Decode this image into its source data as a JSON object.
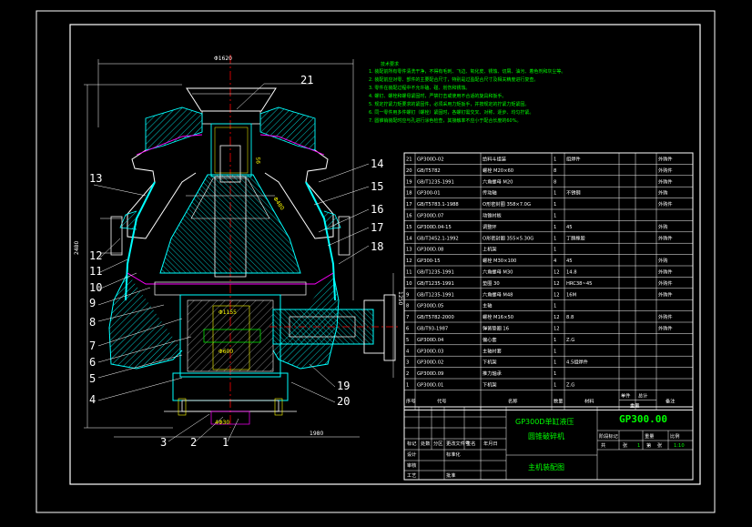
{
  "drawing": {
    "top_dimension": "Φ1620",
    "bottom_dimension": "1980",
    "left_dimension": "2480",
    "right_dimension": "1250",
    "dims_small": [
      "95",
      "Φ1155",
      "4Φ30",
      "Φ600",
      "Φ480"
    ],
    "callouts_left": [
      "13",
      "12",
      "11",
      "10",
      "9",
      "8",
      "7",
      "6",
      "5",
      "4"
    ],
    "callouts_right": [
      "14",
      "15",
      "16",
      "17",
      "18",
      "19",
      "20"
    ],
    "callouts_top": [
      "21"
    ],
    "callouts_bottom": [
      "3",
      "2",
      "1"
    ]
  },
  "notes": {
    "heading": "技术要求",
    "lines": [
      "1. 装配前所有零件清洗干净，不得有毛刺、飞边、氧化皮、锈蚀、切屑、油污、着色剂和灰尘等。",
      "2. 装配前应对零、部件的主要配合尺寸，特别是过盈配合尺寸及相关精度进行复查。",
      "3. 零件在装配过程中不允许磕、碰、划伤和锈蚀。",
      "4. 螺钉、螺栓和螺母紧固时，严禁打击或使用不合适的旋具和扳手。",
      "5. 规定拧紧力矩要求的紧固件，必须采用力矩扳手，并按规定的拧紧力矩紧固。",
      "6. 同一零件用多件螺钉（螺栓）紧固时，各螺钉需交叉、对称、逐步、均匀拧紧。",
      "7. 圆锥销装配时应与孔进行涂色检查，其接触率不应小于配合长度的60%。"
    ]
  },
  "bom": {
    "rows": [
      {
        "no": "21",
        "code": "GP300D-02",
        "name": "给料斗组装",
        "qty": "1",
        "material": "组焊件",
        "note": "外购件"
      },
      {
        "no": "20",
        "code": "GB/T5782",
        "name": "螺栓 M20×60",
        "qty": "8",
        "material": "",
        "note": "外购件"
      },
      {
        "no": "19",
        "code": "GB/T1235-1991",
        "name": "六角螺母 M20",
        "qty": "8",
        "material": "",
        "note": "外购件"
      },
      {
        "no": "18",
        "code": "GP300-01",
        "name": "传动轴",
        "qty": "1",
        "material": "不锈钢",
        "note": "外购"
      },
      {
        "no": "17",
        "code": "GB/T5783.1-1988",
        "name": "O形密封圈 358×7.0G",
        "qty": "1",
        "material": "",
        "note": "外购件"
      },
      {
        "no": "16",
        "code": "GP300D.07",
        "name": "动锥衬板",
        "qty": "1",
        "material": "",
        "note": ""
      },
      {
        "no": "15",
        "code": "GP300D.04-15",
        "name": "调整环",
        "qty": "1",
        "material": "45",
        "note": "外购"
      },
      {
        "no": "14",
        "code": "GB/T3452.1-1992",
        "name": "O形密封圈 355×5.30G",
        "qty": "1",
        "material": "丁腈橡胶",
        "note": "外购件"
      },
      {
        "no": "13",
        "code": "GP300D.08",
        "name": "上机架",
        "qty": "1",
        "material": "",
        "note": ""
      },
      {
        "no": "12",
        "code": "GP300-15",
        "name": "螺栓 M30×100",
        "qty": "4",
        "material": "45",
        "note": "外购"
      },
      {
        "no": "11",
        "code": "GB/T1235-1991",
        "name": "六角螺母 M30",
        "qty": "12",
        "material": "14.8",
        "note": "外购件"
      },
      {
        "no": "10",
        "code": "GB/T1235-1991",
        "name": "垫圈 30",
        "qty": "12",
        "material": "HRC38~45",
        "note": "外购件"
      },
      {
        "no": "9",
        "code": "GB/T1235-1991",
        "name": "六角螺母 M48",
        "qty": "12",
        "material": "16M",
        "note": "外购件"
      },
      {
        "no": "8",
        "code": "GP300D.05",
        "name": "主轴",
        "qty": "1",
        "material": "",
        "note": ""
      },
      {
        "no": "7",
        "code": "GB/T5782-2000",
        "name": "螺栓 M16×50",
        "qty": "12",
        "material": "8.8",
        "note": "外购件"
      },
      {
        "no": "6",
        "code": "GB/T93-1987",
        "name": "弹簧垫圈 16",
        "qty": "12",
        "material": "",
        "note": "外购件"
      },
      {
        "no": "5",
        "code": "GP300D.04",
        "name": "偏心套",
        "qty": "1",
        "material": "Z.G",
        "note": ""
      },
      {
        "no": "4",
        "code": "GP300D.03",
        "name": "主轴衬套",
        "qty": "1",
        "material": "",
        "note": ""
      },
      {
        "no": "3",
        "code": "GP300D.02",
        "name": "下机架",
        "qty": "1",
        "material": "4.5组焊件",
        "note": ""
      },
      {
        "no": "2",
        "code": "GP300D.09",
        "name": "推力轴承",
        "qty": "1",
        "material": "",
        "note": ""
      },
      {
        "no": "1",
        "code": "GP300D.01",
        "name": "下机架",
        "qty": "1",
        "material": "Z.G",
        "note": ""
      }
    ],
    "header": {
      "no": "序号",
      "code": "代号",
      "name": "名称",
      "qty": "数量",
      "material": "材料",
      "unit_w": "单件",
      "total_w": "总计",
      "weight": "重量",
      "note": "备注"
    }
  },
  "title_block": {
    "product": "GP300D单缸液压",
    "subtitle": "圆锥破碎机",
    "drawing_no": "GP300.00",
    "sheet_name": "主机装配图",
    "scale": "1:10",
    "sheet_count": "1",
    "labels": [
      "标记",
      "处数",
      "分区",
      "更改文件号",
      "签名",
      "年月日",
      "设计",
      "标准化",
      "审核",
      "工艺",
      "批准",
      "阶段标记",
      "重量",
      "比例",
      "共",
      "张",
      "第",
      "张"
    ]
  },
  "colors": {
    "background": "#000000",
    "outline": "#ffffff",
    "section_hatch": "#00ffff",
    "text_green": "#00ff00",
    "center_red": "#ff0000",
    "accent_yellow": "#ffff00",
    "accent_magenta": "#ff00ff"
  }
}
